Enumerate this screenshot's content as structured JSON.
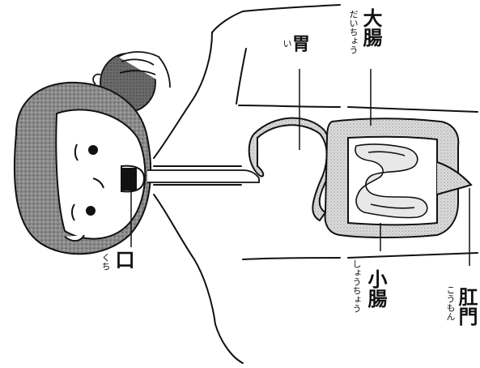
{
  "labels": {
    "mouth": {
      "reading": "くち",
      "kanji": "口"
    },
    "stomach": {
      "reading": "い",
      "kanji": "胃"
    },
    "large_intestine": {
      "reading": "だいちょう",
      "kanji": "大腸"
    },
    "small_intestine": {
      "reading": "しょうちょう",
      "kanji": "小腸"
    },
    "anus": {
      "reading": "こうもん",
      "kanji": "肛門"
    }
  },
  "colors": {
    "line": "#111111",
    "hair": "#8a8a8a",
    "organ": "#cfcfcf",
    "skin": "#ffffff"
  }
}
